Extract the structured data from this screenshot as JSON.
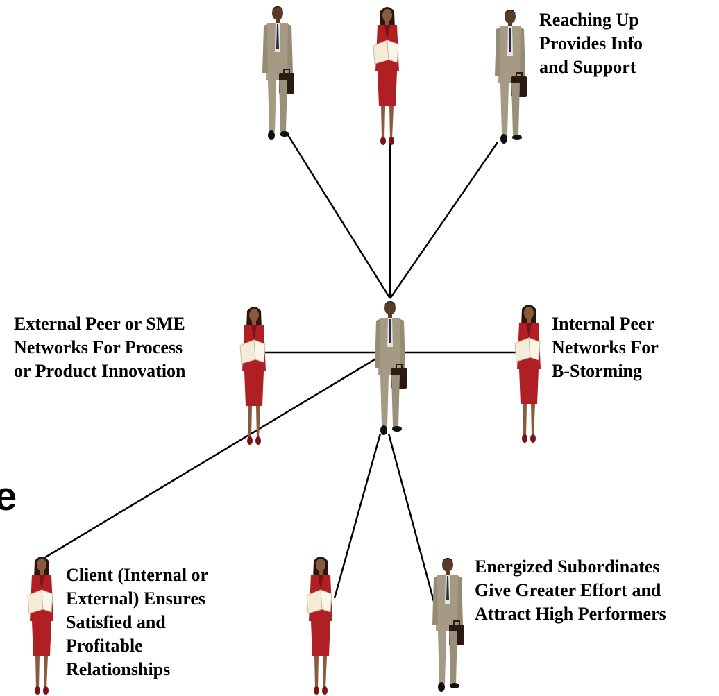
{
  "diagram": {
    "fragment_text": "e",
    "labels": {
      "reaching_up": "Reaching Up\nProvides Info\nand Support",
      "external_peer": "External Peer or SME\nNetworks For Process\nor Product Innovation",
      "internal_peer": "Internal Peer\nNetworks For\nB-Storming",
      "client": "Client (Internal or\nExternal) Ensures\nSatisfied and\nProfitable\nRelationships",
      "subordinates": "Energized Subordinates\nGive Greater Effort and\nAttract High Performers"
    },
    "people": [
      {
        "id": "center",
        "gender": "man"
      },
      {
        "id": "top-left",
        "gender": "man"
      },
      {
        "id": "top-middle",
        "gender": "woman"
      },
      {
        "id": "top-right",
        "gender": "man"
      },
      {
        "id": "left",
        "gender": "woman"
      },
      {
        "id": "right",
        "gender": "woman"
      },
      {
        "id": "bottom-left",
        "gender": "woman"
      },
      {
        "id": "bottom-middle",
        "gender": "woman"
      },
      {
        "id": "bottom-right",
        "gender": "man"
      }
    ],
    "colors": {
      "man_suit": "#a59a83",
      "woman_suit": "#b01f24",
      "line": "#000000"
    }
  }
}
